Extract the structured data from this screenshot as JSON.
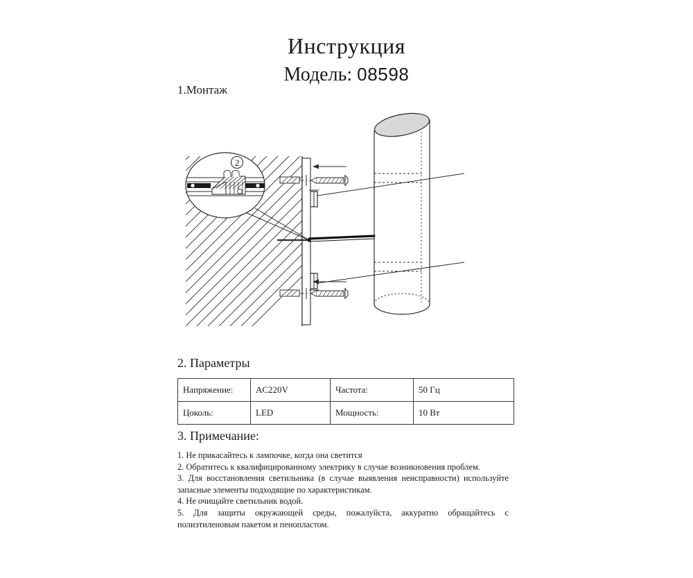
{
  "document": {
    "title": "Инструкция",
    "model_label": "Модель:",
    "model_number": "08598"
  },
  "sections": {
    "install": {
      "heading": "1.Монтаж",
      "diagram": {
        "callout_label": "②",
        "parts": [
          "wire-terminal-connector",
          "hatched-wall",
          "mounting-plate",
          "wall-anchor",
          "mounting-screw",
          "bracket-hook",
          "power-cable",
          "cylindrical-lamp-body"
        ]
      }
    },
    "parameters": {
      "heading": "2. Параметры",
      "rows": [
        {
          "label_left": "Напряжение:",
          "value_left": "AC220V",
          "label_right": "Частота:",
          "value_right": "50 Гц"
        },
        {
          "label_left": "Цоколь:",
          "value_left": "LED",
          "label_right": "Мощность:",
          "value_right": "10 Вт"
        }
      ]
    },
    "notes": {
      "heading": "3. Примечание:",
      "items": [
        "1. Не прикасайтесь к лампочке, когда она светится",
        "2. Обратитесь к квалифицированному электрику в случае возникновения проблем.",
        "3. Для восстановления светильника (в случае  выявления неисправности) используйте запасные элементы подходящие по характеристикам.",
        "4. Не очищайте  светильник водой.",
        "5. Для защиты окружающей среды, пожалуйста, аккуратно обращайтесь с полиэтиленовым пакетом и пенопластом."
      ]
    }
  },
  "colors": {
    "background": "#ffffff",
    "ink": "#1a1a1a",
    "line": "#3a3a3a",
    "lamp_top_fill": "#d8d8d8"
  }
}
